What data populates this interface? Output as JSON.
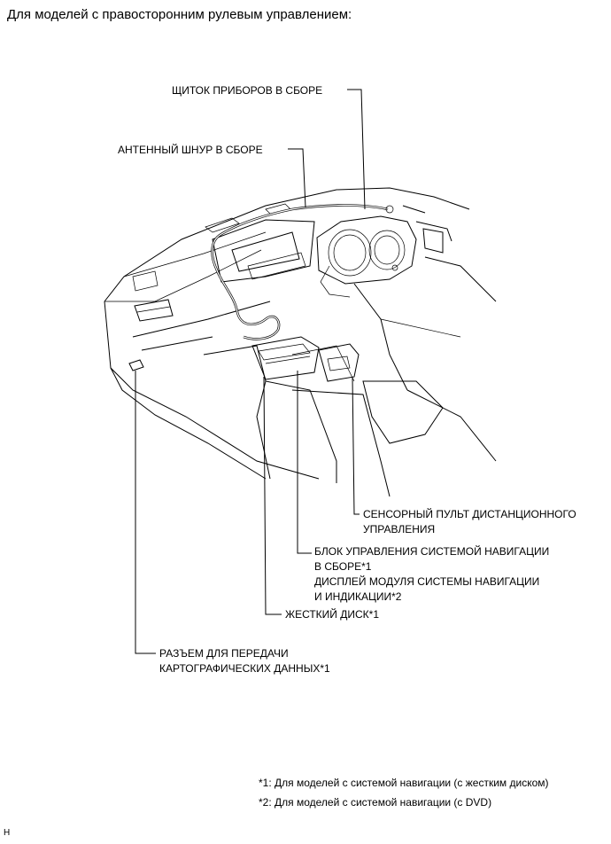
{
  "heading": "Для моделей с правосторонним рулевым управлением:",
  "labels": {
    "instrument_cluster": "ЩИТОК ПРИБОРОВ В СБОРЕ",
    "antenna_cord": "АНТЕННЫЙ ШНУР В СБОРЕ",
    "touch_remote_line1": "СЕНСОРНЫЙ ПУЛЬТ ДИСТАНЦИОННОГО",
    "touch_remote_line2": "УПРАВЛЕНИЯ",
    "nav_ecu_line1": "БЛОК УПРАВЛЕНИЯ СИСТЕМОЙ НАВИГАЦИИ",
    "nav_ecu_line2": "В СБОРЕ*1",
    "nav_display_line1": "ДИСПЛЕЙ МОДУЛЯ СИСТЕМЫ НАВИГАЦИИ",
    "nav_display_line2": "И ИНДИКАЦИИ*2",
    "hard_disk": "ЖЕСТКИЙ ДИСК*1",
    "map_connector_line1": "РАЗЪЕМ ДЛЯ ПЕРЕДАЧИ",
    "map_connector_line2": "КАРТОГРАФИЧЕСКИХ ДАННЫХ*1"
  },
  "footnotes": [
    "*1: Для моделей с системой навигации (с жестким диском)",
    "*2: Для моделей с системой навигации (с DVD)"
  ],
  "code": "H"
}
